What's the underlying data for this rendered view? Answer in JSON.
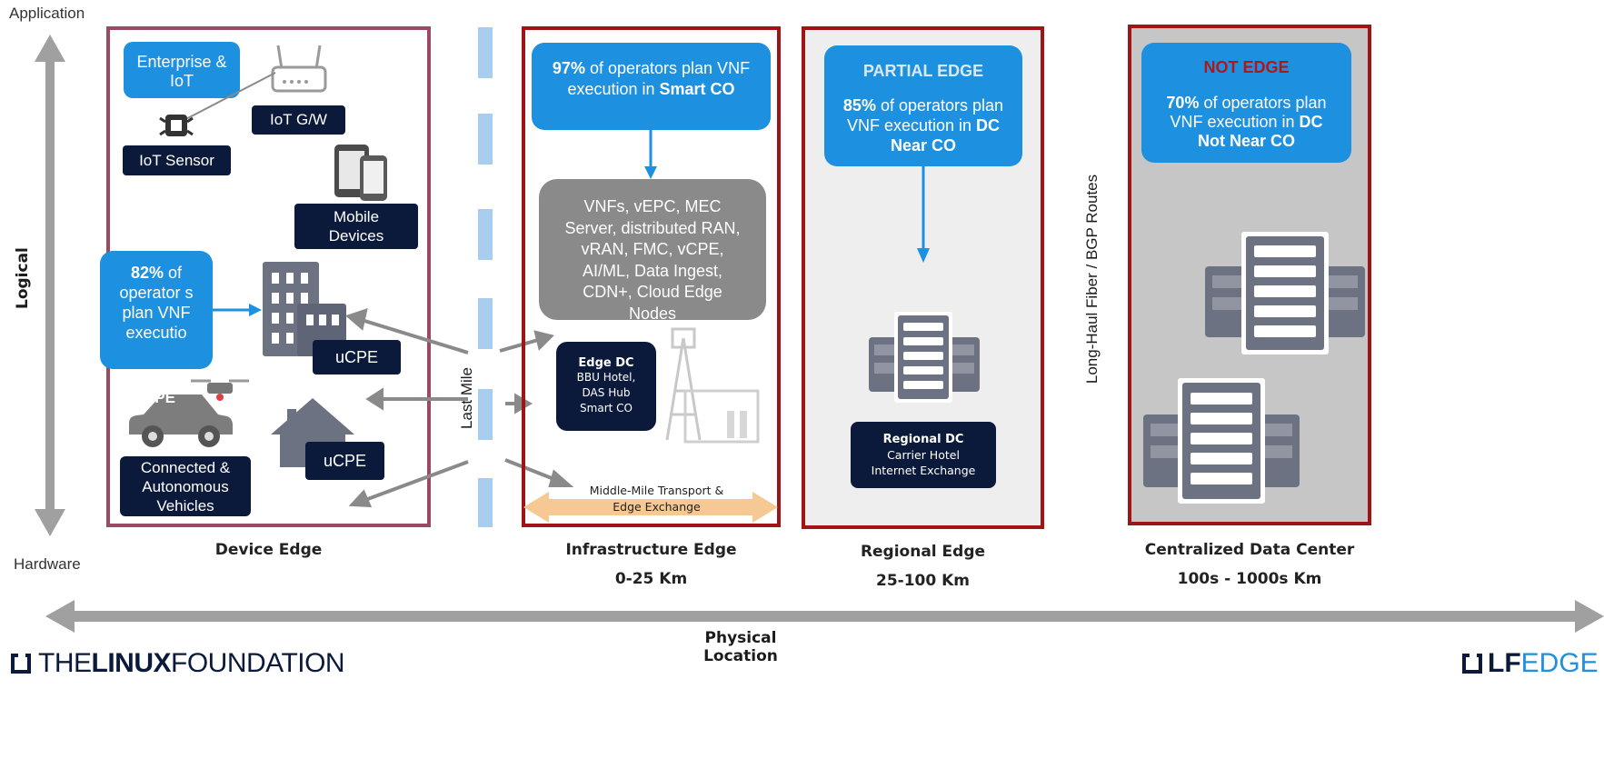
{
  "axis": {
    "top": "Application",
    "bottom": "Hardware",
    "vertical": "Logical",
    "horizontal": "Physical Location"
  },
  "device_edge": {
    "enterprise": "Enterprise & IoT",
    "iot_gw": "IoT G/W",
    "iot_sensor": "IoT Sensor",
    "mobile": "Mobile Devices",
    "stat_value": "82%",
    "stat_text": "of operator s plan VNF executio",
    "ucpe_1": "uCPE",
    "ucpe_2": "uCPE",
    "vehicles": "Connected & Autonomous Vehicles",
    "cpe_overlay": "CPE",
    "label": "Device Edge"
  },
  "last_mile": "Last Mile",
  "infrastructure_edge": {
    "stat_value": "97%",
    "stat_text_1": "of operators plan VNF execution in",
    "stat_bold": "Smart CO",
    "functions": "VNFs, vEPC, MEC Server, distributed RAN, vRAN, FMC, vCPE, AI/ML, Data Ingest, CDN+, Cloud Edge Nodes",
    "edge_dc_title": "Edge DC",
    "edge_dc_sub": "BBU Hotel, DAS Hub Smart CO",
    "middle_mile_1": "Middle-Mile Transport &",
    "middle_mile_2": "Edge Exchange",
    "label": "Infrastructure Edge",
    "distance": "0-25 Km"
  },
  "regional_edge": {
    "header": "PARTIAL EDGE",
    "stat_value": "85%",
    "stat_text": "of operators plan VNF execution in",
    "stat_bold": "DC Near CO",
    "dc_title": "Regional DC",
    "dc_sub_1": "Carrier Hotel",
    "dc_sub_2": "Internet Exchange",
    "label": "Regional Edge",
    "distance": "25-100 Km"
  },
  "long_haul": "Long-Haul Fiber / BGP Routes",
  "central_dc": {
    "header": "NOT EDGE",
    "stat_value": "70%",
    "stat_text": "of operators plan VNF execution in",
    "stat_bold": "DC Not Near CO",
    "label": "Centralized Data Center",
    "distance": "100s - 1000s Km"
  },
  "logos": {
    "linux_the": "THE",
    "linux_bold": "LINUX",
    "linux_rest": "FOUNDATION",
    "lf_bold": "LF",
    "lf_rest": "EDGE"
  },
  "colors": {
    "blue": "#1e90e0",
    "navy": "#0b1a3a",
    "maroon": "#9c4a63",
    "red": "#a01418",
    "gray": "#8a8a8a"
  }
}
